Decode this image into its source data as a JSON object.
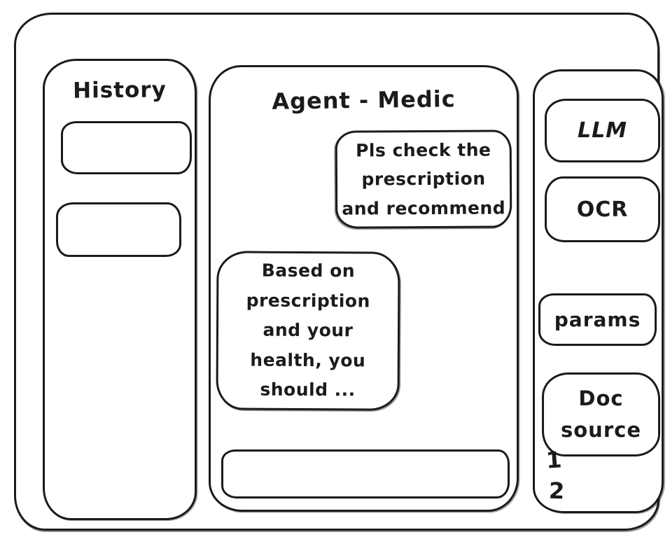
{
  "app": {
    "stroke_color": "#1b1b1b",
    "bg_color": "#ffffff"
  },
  "history_panel": {
    "title": "History"
  },
  "chat_panel": {
    "title": "Agent - Medic",
    "user_message": "Pls check the\nprescription\nand recommend",
    "assistant_message": "Based on\nprescription\nand your\nhealth, you\nshould ...",
    "input_value": ""
  },
  "tools_panel": {
    "llm_label": "LLM",
    "ocr_label": "OCR",
    "params_label": "params",
    "doc_source_label": "Doc\nsource",
    "doc_numbers": [
      "1",
      "2"
    ]
  }
}
